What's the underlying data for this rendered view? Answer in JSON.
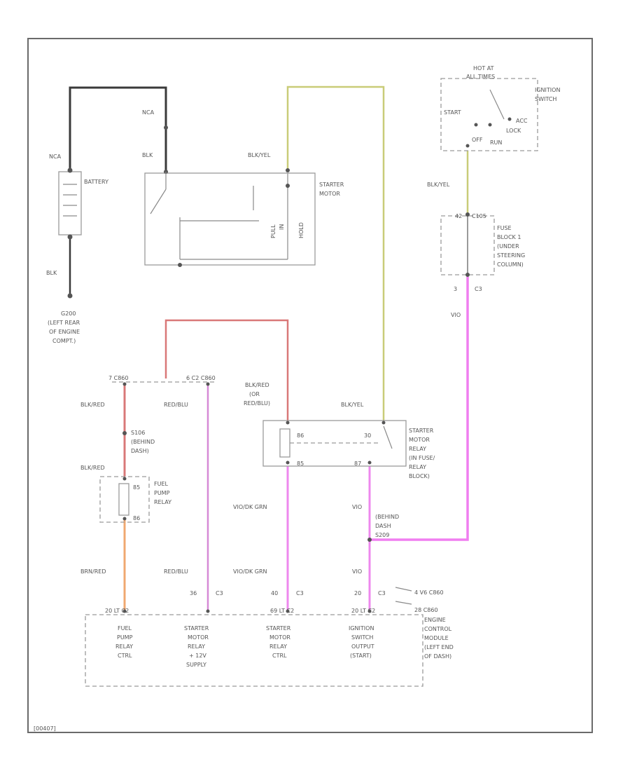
{
  "colors": {
    "black": "#3a3a3a",
    "blk_yel": "#c9cc78",
    "blk_red": "#d97878",
    "red_blu": "#d68ad6",
    "magenta": "#f07ef0",
    "violet_grn": "#ee88ee",
    "orange": "#f0a870",
    "grey_wire": "#9a9a9a"
  },
  "labels": {
    "nca_top": "NCA",
    "nca_left": "NCA",
    "blk_upper": "BLK",
    "blk_lower": "BLK",
    "battery": "BATTERY",
    "g200_a": "G200",
    "g200_b": "(LEFT REAR",
    "g200_c": "OF ENGINE",
    "g200_d": "COMPT.)",
    "starter_motor_a": "STARTER",
    "starter_motor_b": "MOTOR",
    "blk_yel_top": "BLK/YEL",
    "pull": "PULL",
    "hold": "HOLD",
    "in": "IN",
    "hot_a": "HOT AT",
    "hot_b": "ALL TIMES",
    "ign_a": "IGNITION",
    "ign_b": "SWITCH",
    "ign_start": "START",
    "ign_run": "RUN",
    "ign_acc": "ACC",
    "ign_lock": "LOCK",
    "ign_off": "OFF",
    "blk_yel_right": "BLK/YEL",
    "fuse_pin": "42",
    "fuse_c": "C105",
    "fuse_a": "FUSE",
    "fuse_b": "BLOCK 1",
    "fuse_c2": "(UNDER",
    "fuse_d": "STEERING",
    "fuse_e": "COLUMN)",
    "fuse_pin2": "3",
    "fuse_c3": "C3",
    "vio_right": "VIO",
    "conn_left": "7 C860",
    "conn_right": "6 C2 C860",
    "blk_red_1": "BLK/RED",
    "red_blu_1": "RED/BLU",
    "blk_red_or_a": "BLK/RED",
    "blk_red_or_b": "(OR",
    "red_blu_2": "RED/BLU)",
    "blk_yel_mid": "BLK/YEL",
    "s106_a": "S106",
    "s106_b": "(BEHIND",
    "s106_c": "DASH)",
    "blk_red_2": "BLK/RED",
    "fpr_85": "85",
    "fpr_86": "86",
    "fpr_a": "FUEL",
    "fpr_b": "PUMP",
    "fpr_c": "RELAY",
    "smr_86": "86",
    "smr_30": "30",
    "smr_85": "85",
    "smr_87": "87",
    "smr_a": "STARTER",
    "smr_b": "MOTOR",
    "smr_c": "RELAY",
    "smr_d": "(IN FUSE/",
    "smr_e": "RELAY",
    "smr_f": "BLOCK)",
    "vio_grn_1": "VIO/DK GRN",
    "vio_mid": "VIO",
    "behind_a": "(BEHIND",
    "behind_b": "DASH",
    "behind_c": "S209",
    "brn_red": "BRN/RED",
    "red_blu_3": "RED/BLU",
    "vio_grn_2": "VIO/DK GRN",
    "vio_bot": "VIO",
    "p_36": "36",
    "p_c3a": "C3",
    "p_40": "40",
    "p_c3b": "C3",
    "p_20": "20",
    "p_c3c": "C3",
    "pin_fuel": "20 LT C2",
    "pin_smc": "69 LT C2",
    "pin_ign": "20 LT C2",
    "c860_a": "4 V6 C860",
    "c860_b": "28 C860",
    "ecm_1": "ENGINE",
    "ecm_2": "CONTROL",
    "ecm_3": "MODULE",
    "ecm_4": "(LEFT END",
    "ecm_5": "OF DASH)",
    "fuel_1": "FUEL",
    "fuel_2": "PUMP",
    "fuel_3": "RELAY",
    "fuel_4": "CTRL",
    "sms_1": "STARTER",
    "sms_2": "MOTOR",
    "sms_3": "RELAY",
    "sms_4": "+ 12V",
    "sms_5": "SUPPLY",
    "smc_1": "STARTER",
    "smc_2": "MOTOR",
    "smc_3": "RELAY",
    "smc_4": "CTRL",
    "ign_out_1": "IGNITION",
    "ign_out_2": "SWITCH",
    "ign_out_3": "OUTPUT",
    "ign_out_4": "(START)",
    "footer": "[00407]"
  }
}
